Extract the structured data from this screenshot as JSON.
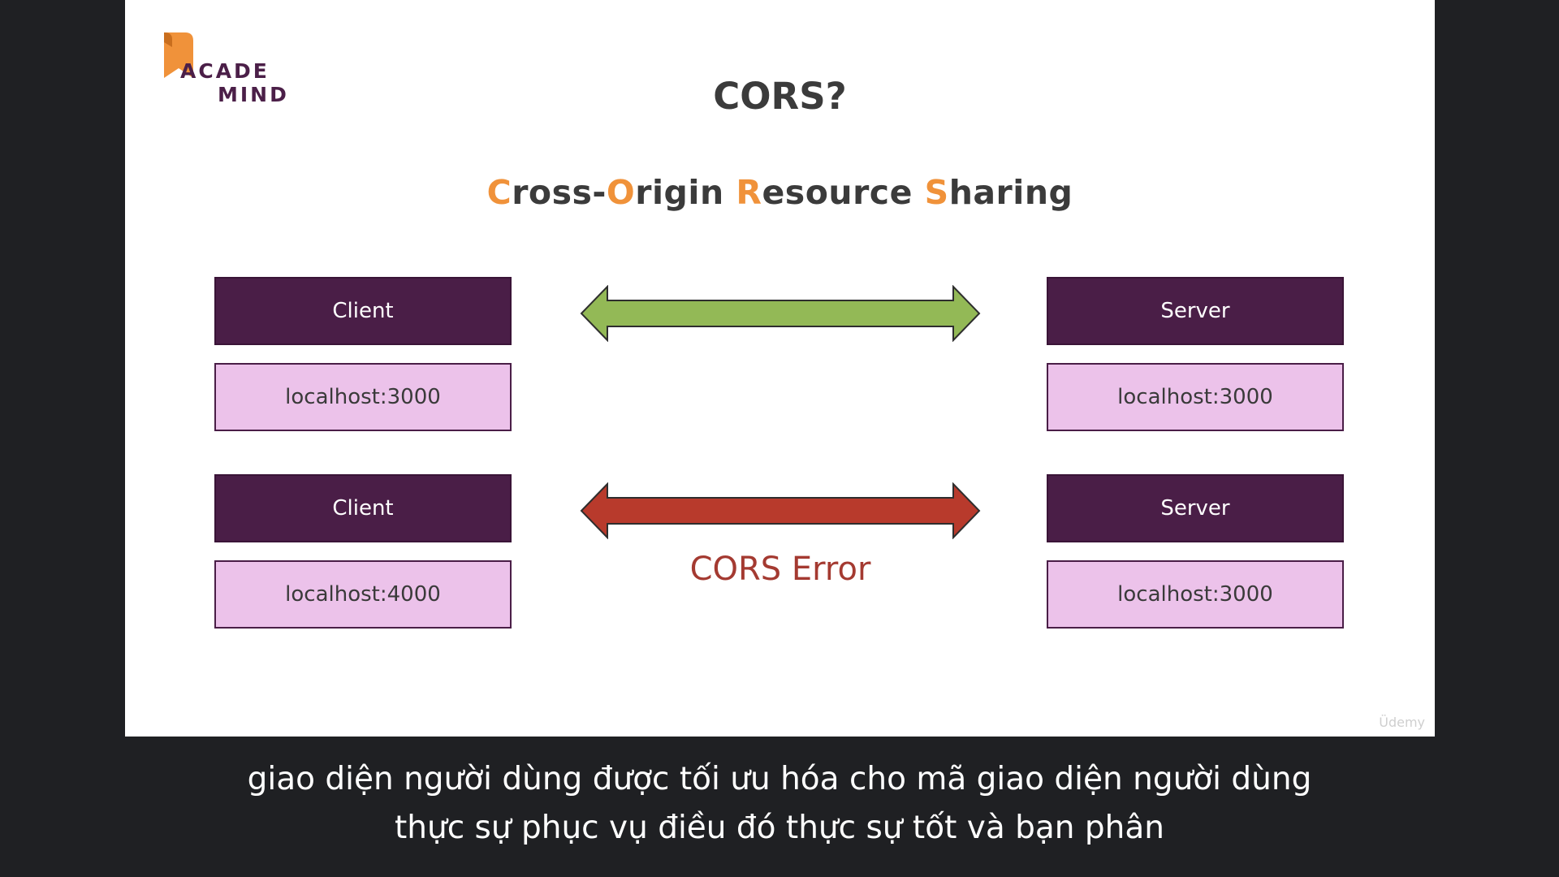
{
  "slide": {
    "logo": {
      "line1": "ACADE",
      "line2": "MIND",
      "icon": "bookmark-icon",
      "colors": {
        "accent": "#f0923a",
        "text": "#4b1f48"
      }
    },
    "title": "CORS?",
    "subtitle": {
      "parts": [
        {
          "text": "C",
          "highlight": true
        },
        {
          "text": "ross-",
          "highlight": false
        },
        {
          "text": "O",
          "highlight": true
        },
        {
          "text": "rigin ",
          "highlight": false
        },
        {
          "text": "R",
          "highlight": true
        },
        {
          "text": "esource ",
          "highlight": false
        },
        {
          "text": "S",
          "highlight": true
        },
        {
          "text": "haring",
          "highlight": false
        }
      ]
    },
    "scenarios": [
      {
        "client_label": "Client",
        "client_host": "localhost:3000",
        "server_label": "Server",
        "server_host": "localhost:3000",
        "arrow_color": "#93b956",
        "arrow_icon": "double-arrow-icon",
        "note": ""
      },
      {
        "client_label": "Client",
        "client_host": "localhost:4000",
        "server_label": "Server",
        "server_host": "localhost:3000",
        "arrow_color": "#b83a2c",
        "arrow_icon": "double-arrow-icon",
        "note": "CORS Error"
      }
    ],
    "watermark": "Üdemy"
  },
  "captions": {
    "line1": "giao diện người dùng được tối ưu hóa cho mã giao diện người dùng",
    "line2": "thực sự phục vụ điều đó thực sự tốt và bạn phân"
  },
  "colors": {
    "page_background": "#1f2023",
    "slide_background": "#ffffff",
    "dark_box": "#4a1e47",
    "light_box": "#ecc2ea",
    "highlight": "#f0923a",
    "error_text": "#a43a31"
  }
}
